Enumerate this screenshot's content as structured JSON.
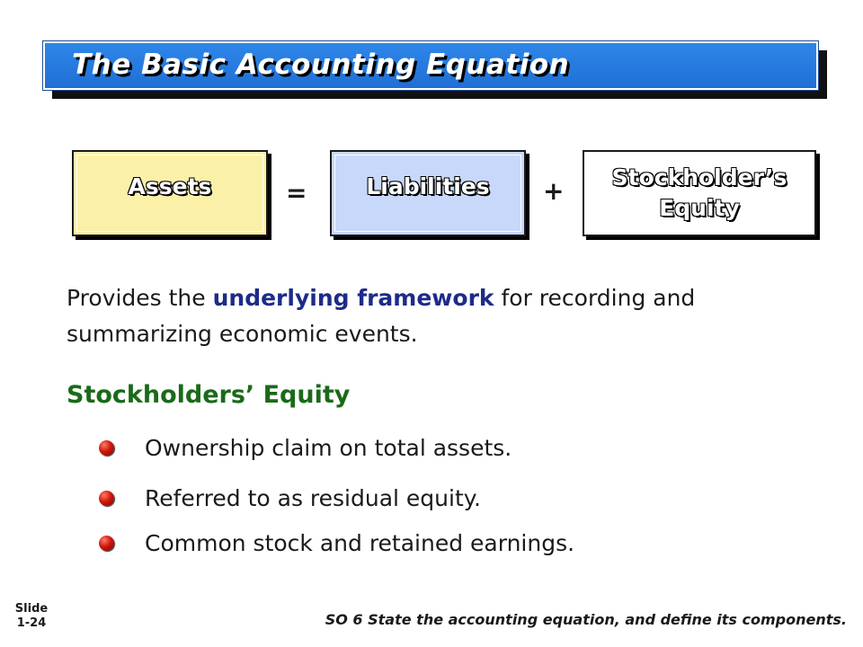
{
  "header": {
    "title": "The Basic Accounting Equation"
  },
  "equation": {
    "assets": "Assets",
    "equals": "=",
    "liabilities": "Liabilities",
    "plus": "+",
    "equity": "Stockholder’s\nEquity",
    "colors": {
      "assets_fill": "#fbf0a8",
      "liabilities_fill": "#c8d8fa",
      "equity_fill": "#ffffff"
    }
  },
  "description": {
    "before": "Provides the ",
    "highlight": "underlying framework",
    "after": " for recording and summarizing economic events."
  },
  "section": {
    "heading": "Stockholders’ Equity",
    "bullets": [
      "Ownership claim on total assets.",
      "Referred to as residual equity.",
      "Common stock and retained earnings."
    ]
  },
  "footer": {
    "slide_label": "Slide",
    "slide_number": "1-24",
    "objective": "SO 6  State the accounting equation, and define its components."
  },
  "colors": {
    "title_bar": "#2f86e8",
    "highlight": "#1d2b8a",
    "heading": "#1a6a1a",
    "bullet": "#d01a0a"
  }
}
